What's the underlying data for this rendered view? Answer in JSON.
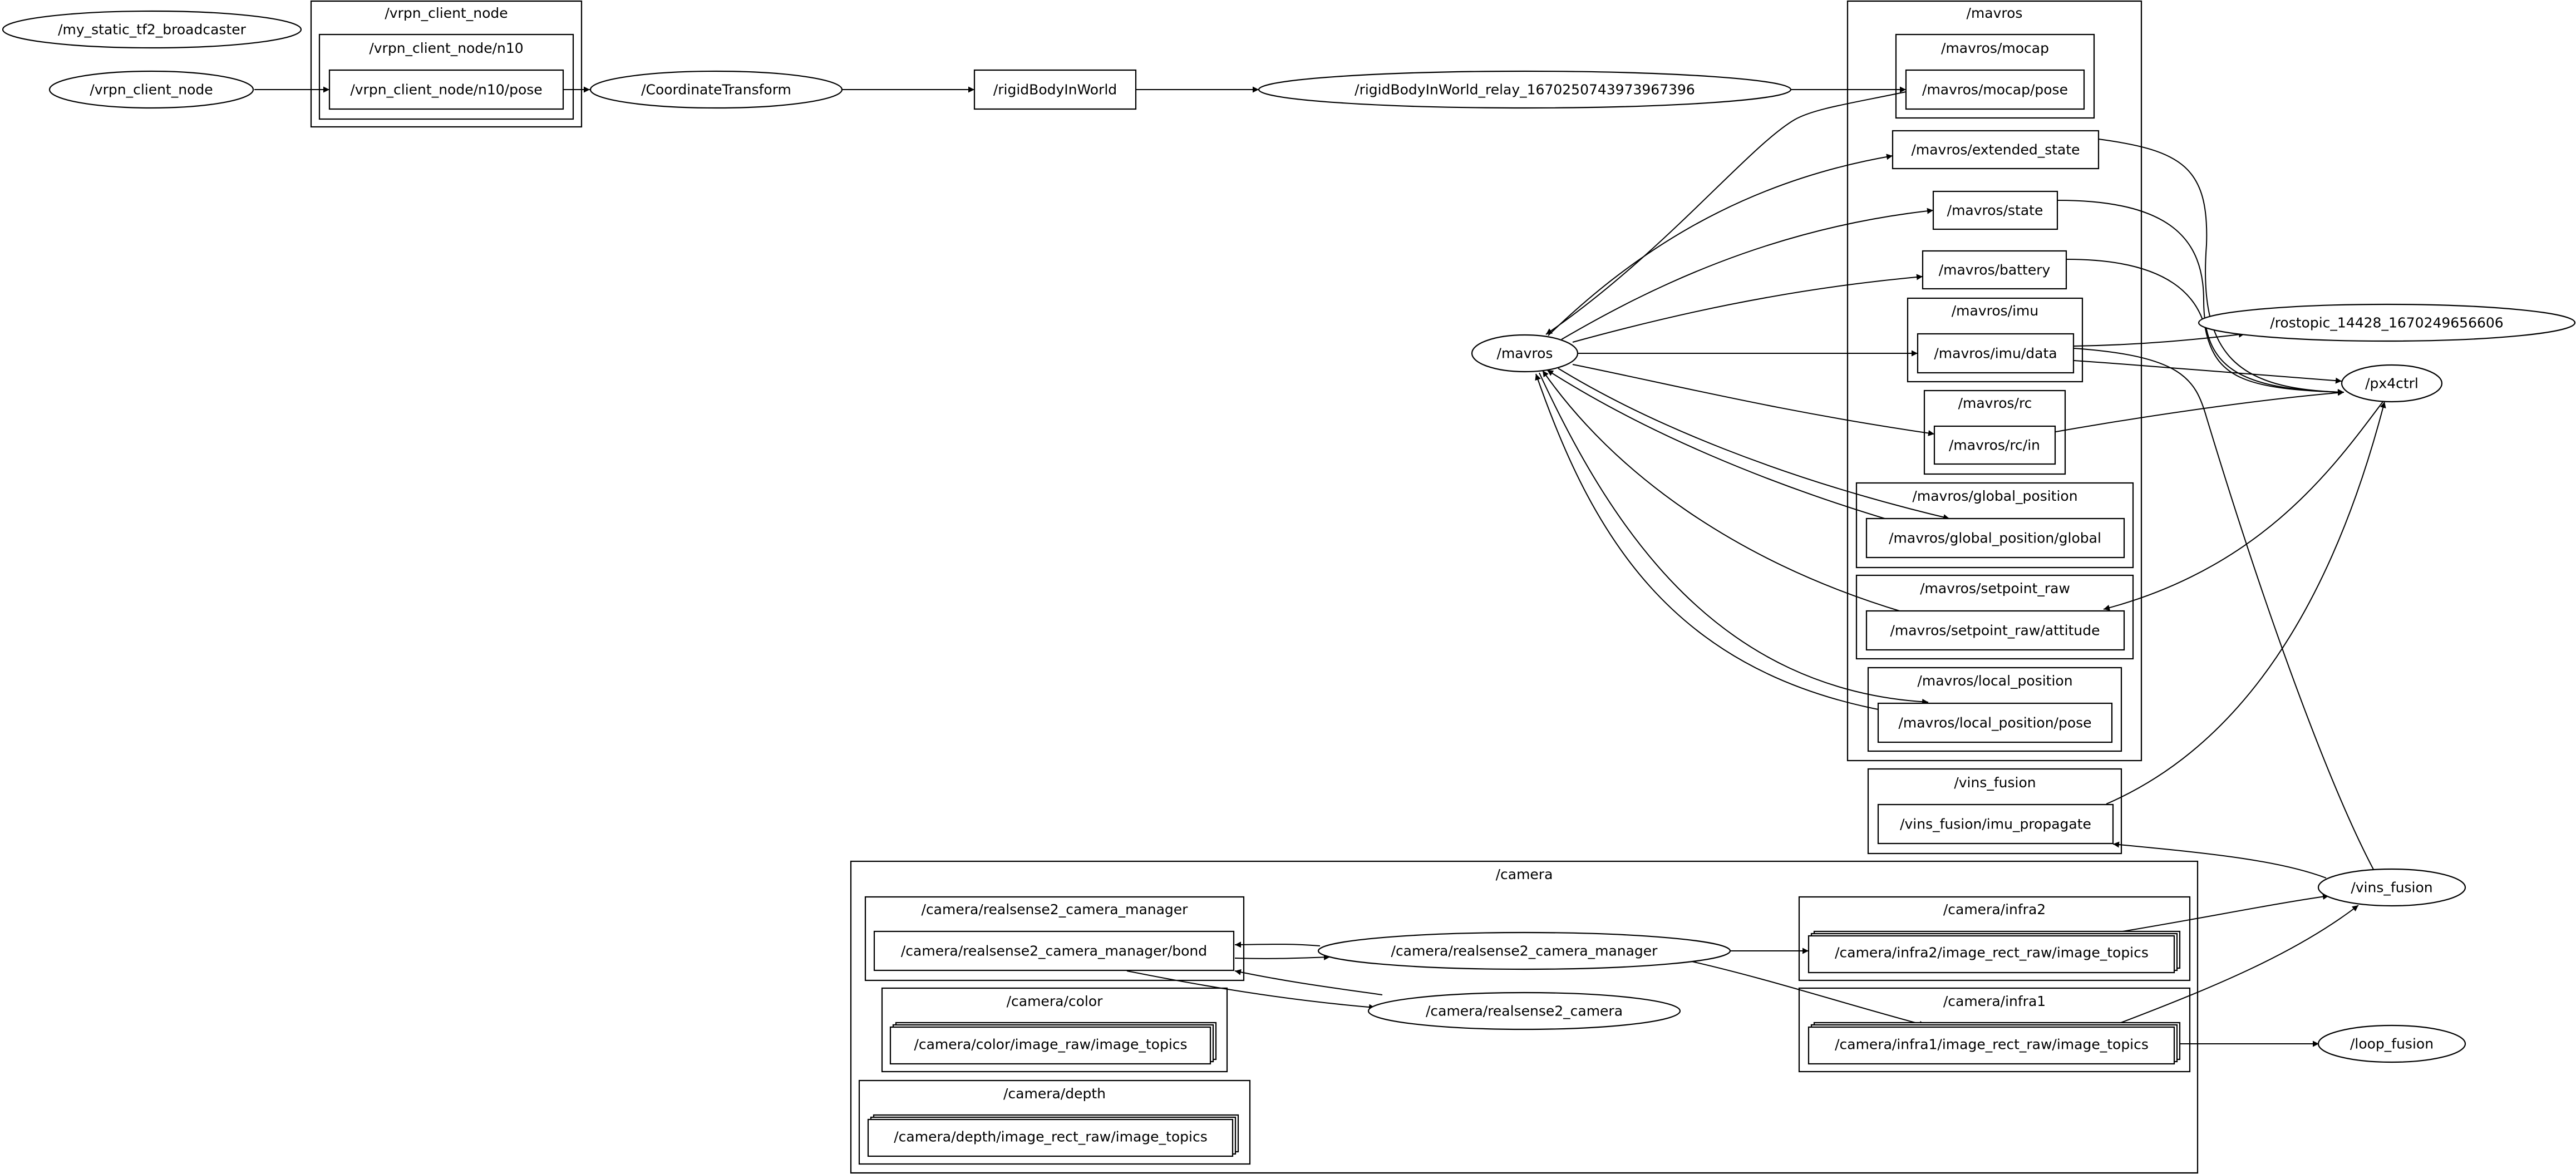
{
  "clusters": {
    "vrpn_client_node": "/vrpn_client_node",
    "vrpn_client_node_n10": "/vrpn_client_node/n10",
    "mavros": "/mavros",
    "mavros_mocap": "/mavros/mocap",
    "mavros_imu": "/mavros/imu",
    "mavros_rc": "/mavros/rc",
    "mavros_global_position": "/mavros/global_position",
    "mavros_setpoint_raw": "/mavros/setpoint_raw",
    "mavros_local_position": "/mavros/local_position",
    "vins_fusion": "/vins_fusion",
    "camera": "/camera",
    "camera_realsense2_camera_manager": "/camera/realsense2_camera_manager",
    "camera_color": "/camera/color",
    "camera_depth": "/camera/depth",
    "camera_infra2": "/camera/infra2",
    "camera_infra1": "/camera/infra1"
  },
  "nodes": {
    "my_static_tf2_broadcaster": "/my_static_tf2_broadcaster",
    "vrpn_client_node": "/vrpn_client_node",
    "coordinate_transform": "/CoordinateTransform",
    "rigid_body_in_world_relay": "/rigidBodyInWorld_relay_1670250743973967396",
    "mavros": "/mavros",
    "rostopic": "/rostopic_14428_1670249656606",
    "px4ctrl": "/px4ctrl",
    "vins_fusion": "/vins_fusion",
    "loop_fusion": "/loop_fusion",
    "camera_realsense2_camera_manager": "/camera/realsense2_camera_manager",
    "camera_realsense2_camera": "/camera/realsense2_camera"
  },
  "topics": {
    "vrpn_pose": "/vrpn_client_node/n10/pose",
    "rigid_body_in_world": "/rigidBodyInWorld",
    "mocap_pose": "/mavros/mocap/pose",
    "extended_state": "/mavros/extended_state",
    "state": "/mavros/state",
    "battery": "/mavros/battery",
    "imu_data": "/mavros/imu/data",
    "rc_in": "/mavros/rc/in",
    "global_position_global": "/mavros/global_position/global",
    "setpoint_raw_attitude": "/mavros/setpoint_raw/attitude",
    "local_position_pose": "/mavros/local_position/pose",
    "vins_imu_propagate": "/vins_fusion/imu_propagate",
    "camera_manager_bond": "/camera/realsense2_camera_manager/bond",
    "color_image_topics": "/camera/color/image_raw/image_topics",
    "depth_image_topics": "/camera/depth/image_rect_raw/image_topics",
    "infra2_image_topics": "/camera/infra2/image_rect_raw/image_topics",
    "infra1_image_topics": "/camera/infra1/image_rect_raw/image_topics"
  }
}
